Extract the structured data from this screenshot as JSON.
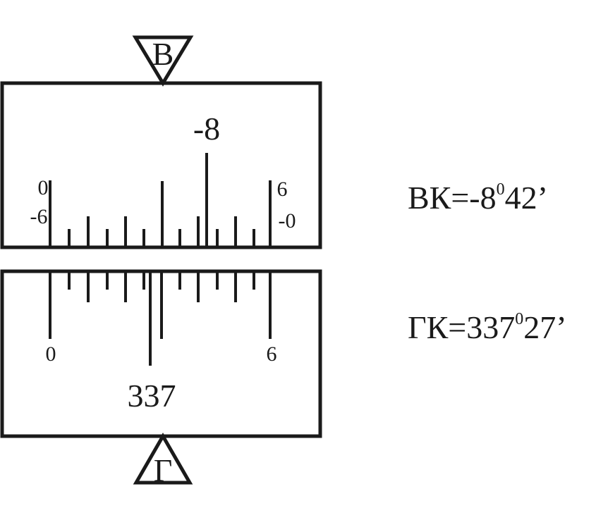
{
  "vertical": {
    "marker_label": "В",
    "index_number": "-8",
    "scale_left_top": "0",
    "scale_left_bottom": "-6",
    "scale_right_top": "6",
    "scale_right_bottom": "-0"
  },
  "horizontal": {
    "marker_label": "Г",
    "index_number": "337",
    "scale_left": "0",
    "scale_right": "6"
  },
  "readings": {
    "vertical": {
      "prefix": "ВК=-8",
      "degree_sign": "0",
      "suffix": "42’"
    },
    "horizontal": {
      "prefix": "ГК=337",
      "degree_sign": "0",
      "suffix": "27’"
    }
  },
  "colors": {
    "ink": "#1a1a1a",
    "background": "#ffffff"
  }
}
